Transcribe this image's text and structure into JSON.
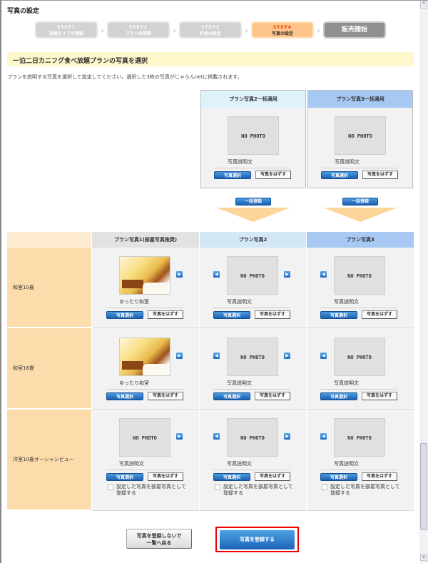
{
  "window": {
    "title": "写真の設定"
  },
  "steps": [
    {
      "line1": "STEP1",
      "line2": "部屋タイプの登録",
      "state": "done"
    },
    {
      "line1": "STEP2",
      "line2": "プランの登録",
      "state": "done"
    },
    {
      "line1": "STEP3",
      "line2": "料金の設定",
      "state": "done"
    },
    {
      "line1": "STEP4",
      "line2": "写真の設定",
      "state": "active"
    },
    {
      "line1": "",
      "line2": "販売開始",
      "state": "final"
    }
  ],
  "step_separator": "›",
  "plan": {
    "title": "一泊二日カニフグ食べ放題プランの写真を選択",
    "description": "プランを説明する写真を選択して設定してください。選択した3枚の写真がじゃらんnetに掲載されます。"
  },
  "bulk_panels": [
    {
      "header": "プラン写真2一括適用",
      "photo": "NO PHOTO",
      "caption": "写真説明文",
      "select_label": "写真選択",
      "remove_label": "写真をはずす",
      "apply_label": "一括登録"
    },
    {
      "header": "プラン写真3一括適用",
      "photo": "NO PHOTO",
      "caption": "写真説明文",
      "select_label": "写真選択",
      "remove_label": "写真をはずす",
      "apply_label": "一括登録"
    }
  ],
  "table": {
    "headers": [
      "",
      "プラン写真1(部屋写真推奨)",
      "プラン写真2",
      "プラン写真3"
    ],
    "rows": [
      {
        "room": "和室10畳",
        "cells": [
          {
            "photo": "room-photo",
            "caption": "ゆったり和室",
            "nav_left": false,
            "nav_right": true
          },
          {
            "photo": "NO PHOTO",
            "caption": "写真説明文",
            "nav_left": true,
            "nav_right": true
          },
          {
            "photo": "NO PHOTO",
            "caption": "写真説明文",
            "nav_left": true,
            "nav_right": false
          }
        ]
      },
      {
        "room": "和室16畳",
        "cells": [
          {
            "photo": "room-photo",
            "caption": "ゆったり和室",
            "nav_left": false,
            "nav_right": true
          },
          {
            "photo": "NO PHOTO",
            "caption": "写真説明文",
            "nav_left": true,
            "nav_right": true
          },
          {
            "photo": "NO PHOTO",
            "caption": "写真説明文",
            "nav_left": true,
            "nav_right": false
          }
        ]
      },
      {
        "room": "洋室10畳オーシャンビュー",
        "cells": [
          {
            "photo": "NO PHOTO",
            "caption": "写真説明文",
            "nav_left": false,
            "nav_right": true,
            "checkbox": "設定した写真を部屋写真として登録する",
            "checked": false
          },
          {
            "photo": "NO PHOTO",
            "caption": "写真説明文",
            "nav_left": true,
            "nav_right": true,
            "checkbox": "設定した写真を部屋写真として登録する",
            "checked": false
          },
          {
            "photo": "NO PHOTO",
            "caption": "写真説明文",
            "nav_left": true,
            "nav_right": false,
            "checkbox": "設定した写真を部屋写真として登録する",
            "checked": false
          }
        ]
      }
    ],
    "select_label": "写真選択",
    "remove_label": "写真をはずす",
    "no_photo_label": "NO PHOTO"
  },
  "footer": {
    "back_line1": "写真を登録しないで",
    "back_line2": "一覧へ戻る",
    "register_label": "写真を登録する",
    "highlight_color": "#e00000"
  },
  "icons": {
    "nav_left": "◀",
    "nav_right": "▶",
    "scroll_up": "^",
    "scroll_down": "v"
  },
  "colors": {
    "accent_blue": "#1b5fb2",
    "step_active": "#ffc48a",
    "room_label_bg": "#fbdcaa",
    "title_bar_bg": "#fff8cc"
  }
}
